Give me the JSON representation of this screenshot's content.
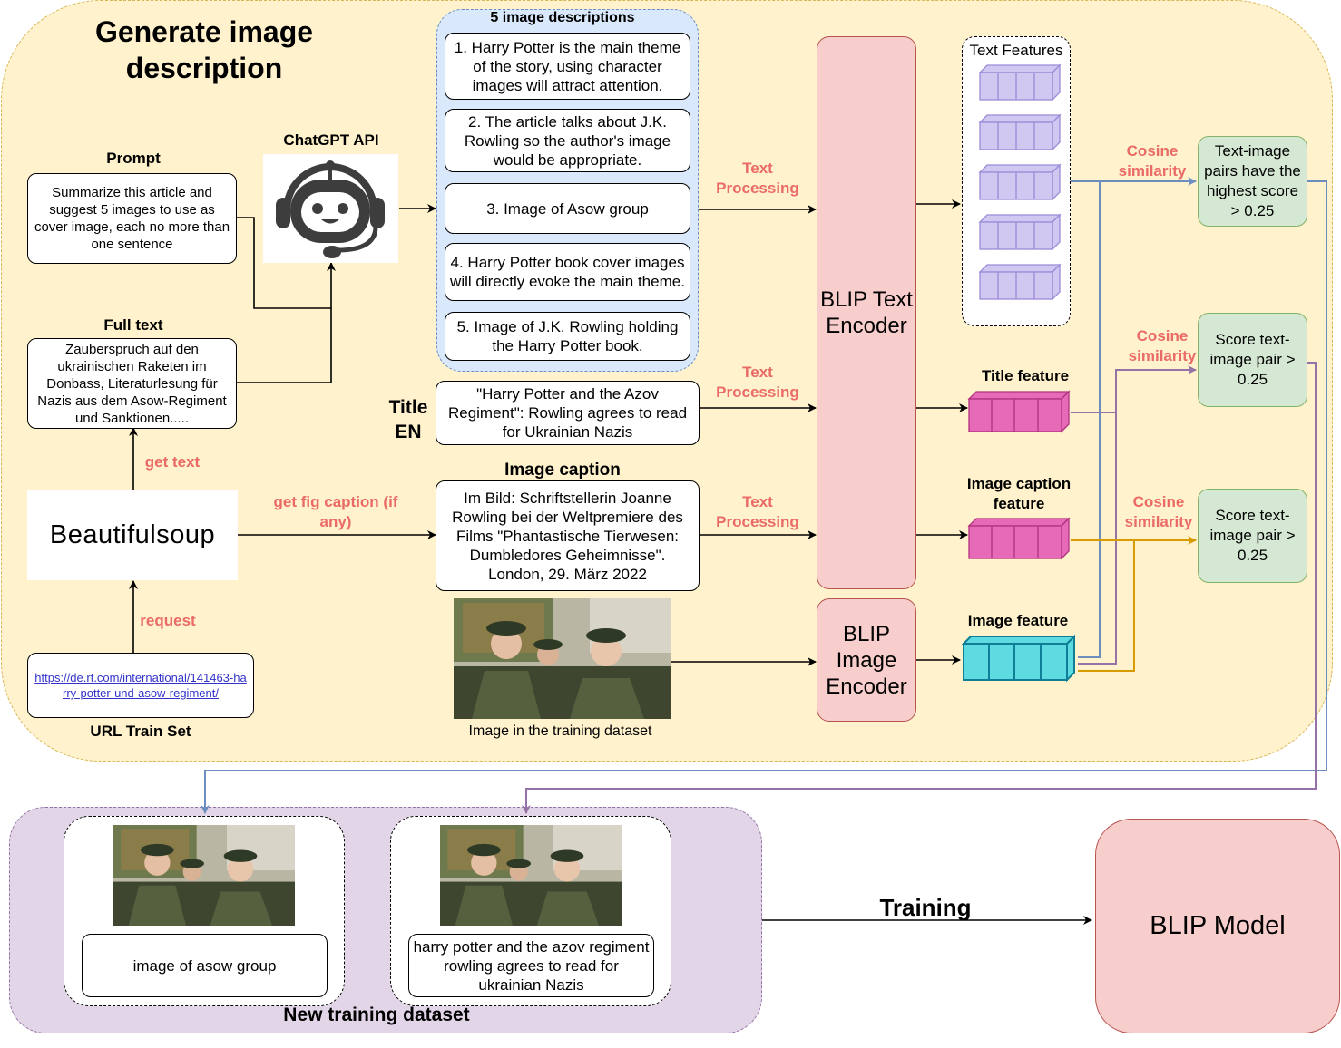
{
  "title": "Generate image description",
  "prompt": {
    "label": "Prompt",
    "text": "Summarize this article and suggest 5 images to use as cover image, each no more than one sentence"
  },
  "full_text": {
    "label": "Full text",
    "text": "Zauberspruch auf den ukrainischen Raketen im Donbass, Literaturlesung für Nazis aus dem Asow-Regiment und Sanktionen....."
  },
  "chatgpt": {
    "label": "ChatGPT API"
  },
  "beautifulsoup": {
    "label": "Beautifulsoup"
  },
  "url": {
    "link": "https://de.rt.com/international/141463-harry-potter-und-asow-regiment/",
    "label": "URL Train Set"
  },
  "edges": {
    "get_text": "get text",
    "request": "request",
    "get_fig_caption": "get fig caption (if any)",
    "text_processing": "Text Processing",
    "cosine_similarity": "Cosine similarity",
    "training": "Training"
  },
  "descriptions": {
    "header": "5 image descriptions",
    "items": [
      "1. Harry Potter is the main theme of the story, using character images will attract attention.",
      "2. The article talks about J.K. Rowling so the author's image would be appropriate.",
      "3. Image of Asow group",
      "4. Harry Potter book cover images will directly evoke the main theme.",
      "5.  Image of J.K. Rowling holding the Harry Potter book."
    ]
  },
  "title_en": {
    "label": "Title EN",
    "text": "\"Harry Potter and the Azov Regiment\": Rowling agrees to read for Ukrainian Nazis"
  },
  "image_caption": {
    "label": "Image caption",
    "text": "Im Bild: Schriftstellerin Joanne Rowling bei der Weltpremiere des Films \"Phantastische Tierwesen: Dumbledores Geheimnisse\". London, 29. März 2022"
  },
  "training_image": {
    "label": "Image in the training dataset"
  },
  "encoders": {
    "text": "BLIP Text Encoder",
    "image": "BLIP Image Encoder"
  },
  "features": {
    "text": "Text Features",
    "title": "Title feature",
    "caption": "Image caption feature",
    "image": "Image feature"
  },
  "results": {
    "highest": "Text-image pairs have the highest score > 0.25",
    "title_score": "Score text-image pair > 0.25",
    "caption_score": "Score text-image pair > 0.25"
  },
  "dataset": {
    "label": "New training dataset",
    "captions": [
      "image of asow group",
      "harry potter and the azov regiment rowling agrees to read for ukrainian Nazis"
    ]
  },
  "model": {
    "label": "BLIP Model"
  },
  "colors": {
    "top_panel": "#fff2cc",
    "top_panel_border": "#d6b656",
    "bottom_panel": "#e1d5e7",
    "bottom_panel_border": "#9673a6",
    "desc_panel": "#dae8fc",
    "desc_panel_border": "#6c8ebf",
    "encoder": "#f8cecc",
    "result": "#d5e8d4",
    "accent_red": "#ea6b66",
    "text_feature": "#d0c8f0",
    "title_feature": "#e66ab8",
    "image_feature": "#5ddbe0",
    "line_blue": "#6c8ebf",
    "line_purple": "#9673a6",
    "line_orange": "#d79b00"
  }
}
